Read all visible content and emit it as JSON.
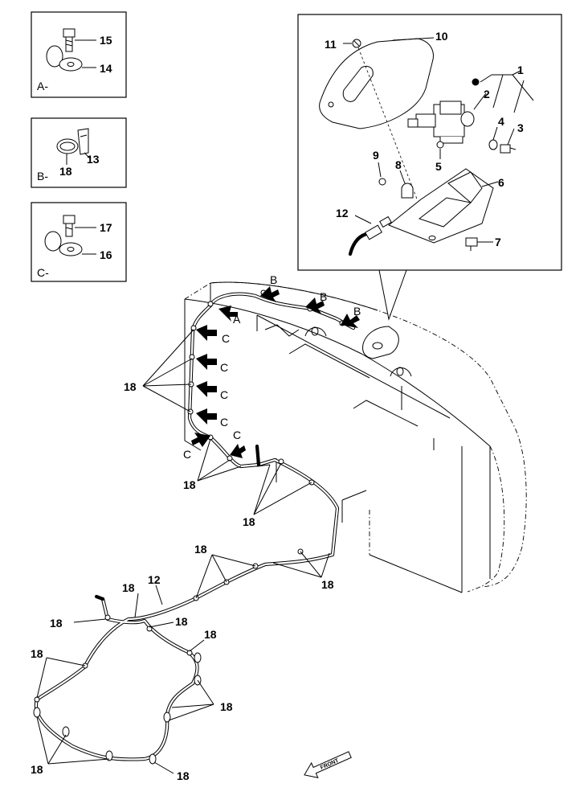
{
  "inset_boxes": [
    {
      "caption": "A-",
      "parts": [
        "15",
        "14"
      ]
    },
    {
      "caption": "B-",
      "parts": [
        "18",
        "13"
      ]
    },
    {
      "caption": "C-",
      "parts": [
        "17",
        "16"
      ]
    }
  ],
  "detail_parts": [
    "11",
    "10",
    "1",
    "2",
    "4",
    "3",
    "9",
    "5",
    "8",
    "6",
    "12",
    "7"
  ],
  "view_letters": {
    "a": "A",
    "b": "B",
    "c": "C"
  },
  "main_labels": {
    "clip": "18",
    "hose": "12"
  },
  "direction": "FRONT"
}
